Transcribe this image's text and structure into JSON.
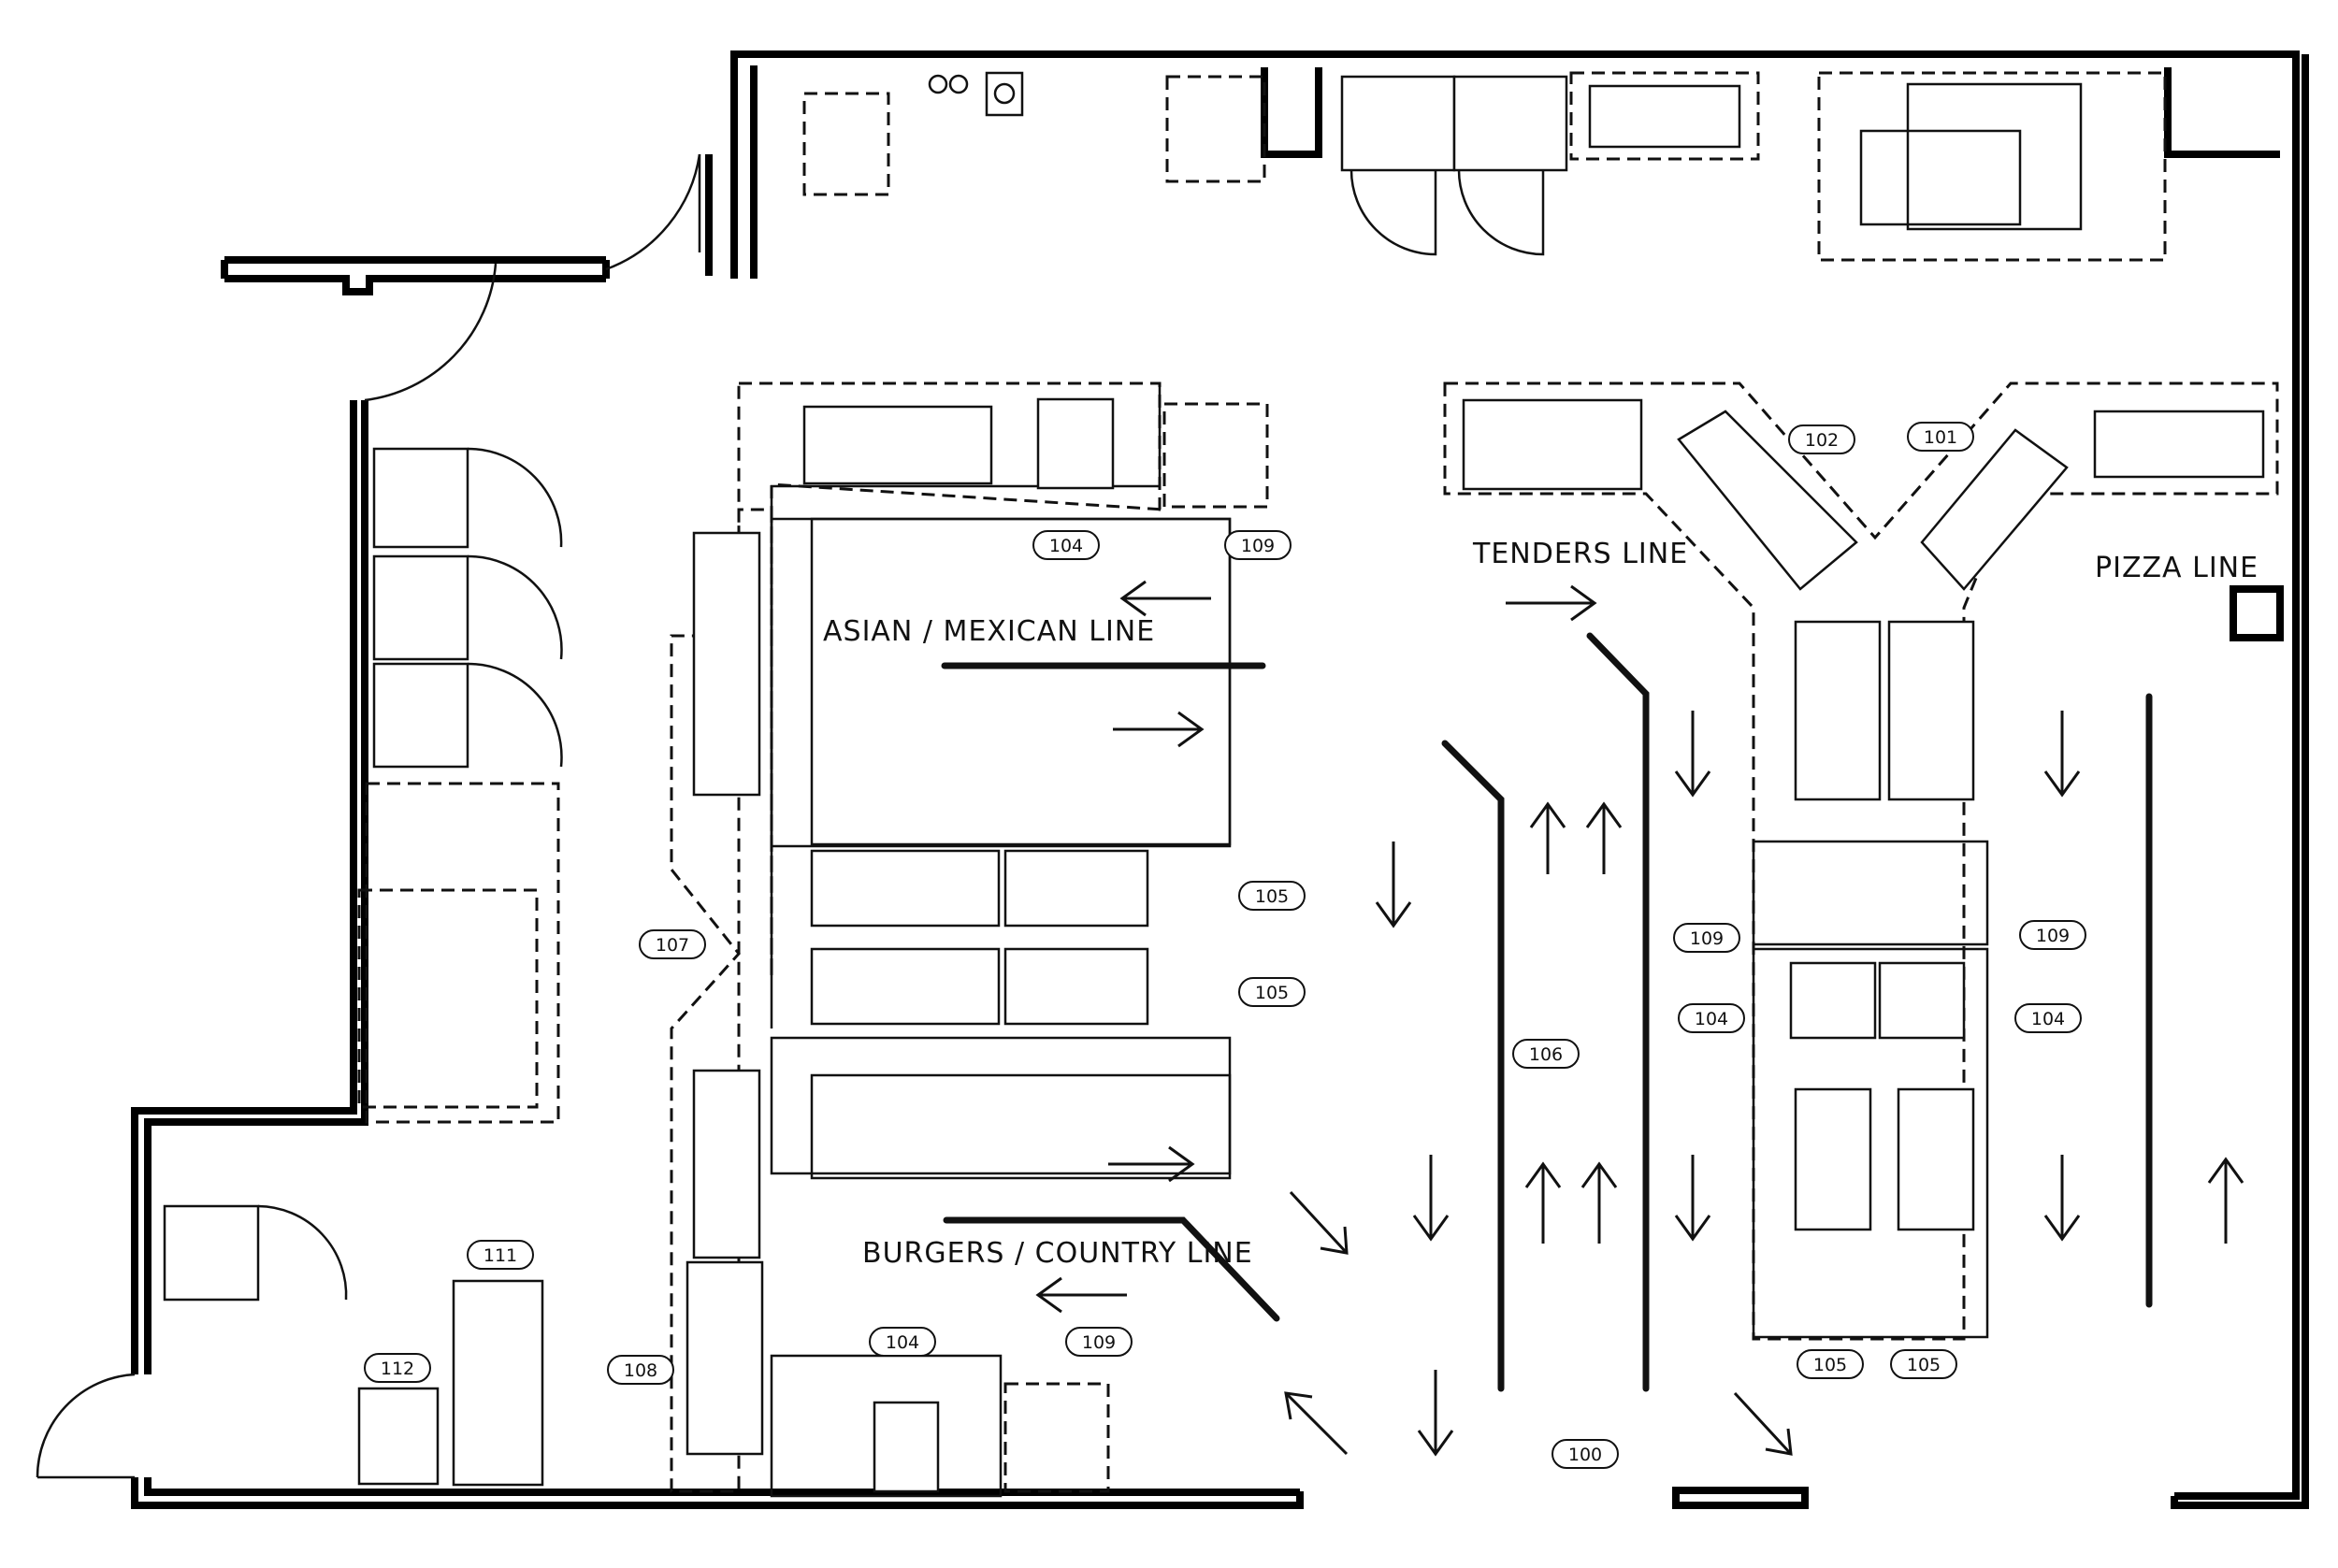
{
  "station_labels": {
    "asian_mexican": "ASIAN / MEXICAN LINE",
    "tenders": "TENDERS LINE",
    "pizza": "PIZZA LINE",
    "burgers_country": "BURGERS / COUNTRY LINE"
  },
  "tags": {
    "t100": "100",
    "t101": "101",
    "t102": "102",
    "t104_asian": "104",
    "t104_burger": "104",
    "t104_left": "104",
    "t104_right": "104",
    "t105_a": "105",
    "t105_b": "105",
    "t105_c": "105",
    "t105_d": "105",
    "t106": "106",
    "t107": "107",
    "t108": "108",
    "t109_asian": "109",
    "t109_burger": "109",
    "t109_left": "109",
    "t109_right": "109",
    "t111": "111",
    "t112": "112"
  }
}
